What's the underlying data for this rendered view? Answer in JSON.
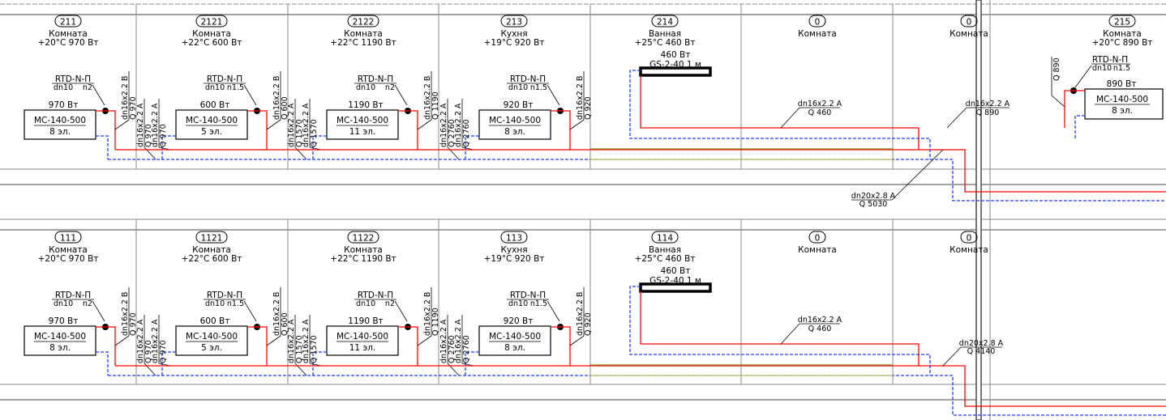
{
  "floors": [
    {
      "rooms": [
        {
          "tag": "211",
          "name": "Комната",
          "params": "+20°C 970 Вт",
          "rad_power": "970 Вт",
          "model": "МС-140-500",
          "sections": "8 эл.",
          "valve": "RTD-N-П",
          "valve_dn": "dn10",
          "valve_n": "n2",
          "riser": [
            "dn16x2.2 B",
            "Q 970"
          ],
          "left_risers": []
        },
        {
          "tag": "2121",
          "name": "Комната",
          "params": "+22°C 600 Вт",
          "rad_power": "600 Вт",
          "model": "МС-140-500",
          "sections": "5 эл.",
          "valve": "RTD-N-П",
          "valve_dn": "dn10",
          "valve_n": "n1.5",
          "riser": [
            "dn16x2.2 B",
            "Q 600"
          ],
          "left_risers": [
            [
              "dn16x2.2 A",
              "Q 970"
            ],
            [
              "dn16x2.2 A",
              "Q 970"
            ]
          ]
        },
        {
          "tag": "2122",
          "name": "Комната",
          "params": "+22°C 1190 Вт",
          "rad_power": "1190 Вт",
          "model": "МС-140-500",
          "sections": "11 эл.",
          "valve": "RTD-N-П",
          "valve_dn": "dn10",
          "valve_n": "n2",
          "riser": [
            "dn16x2.2 B",
            "Q 1190"
          ],
          "left_risers": [
            [
              "dn16x2.2 A",
              "Q 1570"
            ],
            [
              "dn16x2.2 A",
              "Q 1570"
            ]
          ]
        },
        {
          "tag": "213",
          "name": "Кухня",
          "params": "+19°C 920 Вт",
          "rad_power": "920 Вт",
          "model": "МС-140-500",
          "sections": "8 эл.",
          "valve": "RTD-N-П",
          "valve_dn": "dn10",
          "valve_n": "n1.5",
          "riser": [
            "dn16x2.2 B",
            "Q 920"
          ],
          "left_risers": [
            [
              "dn16x2.2 A",
              "Q 2760"
            ],
            [
              "dn16x2.2 A",
              "Q 2760"
            ]
          ]
        }
      ],
      "bathroom": {
        "tag": "214",
        "name": "Ванная",
        "params": "+25°C 460 Вт",
        "rail_power": "460 Вт",
        "rail_model": "GS-2-40 1 м",
        "pipe": [
          "dn16x2.2 A",
          "Q 460"
        ]
      },
      "empty_rooms": [
        {
          "tag": "0",
          "name": "Комната"
        },
        {
          "tag": "0",
          "name": "Комната"
        }
      ],
      "corner_room": {
        "tag": "215",
        "name": "Комната",
        "params": "+20°C 890 Вт",
        "rad_power": "890 Вт",
        "model": "МС-140-500",
        "sections": "8 эл.",
        "valve": "RTD-N-П",
        "valve_dn": "dn10",
        "valve_n": "n1.5",
        "riser": "Q 890",
        "pipe": [
          "dn16x2.2 A",
          "Q 890"
        ]
      },
      "main_pipe": [
        "dn20x2.8 A",
        "Q 5030"
      ]
    },
    {
      "rooms": [
        {
          "tag": "111",
          "name": "Комната",
          "params": "+20°C 970 Вт",
          "rad_power": "970 Вт",
          "model": "МС-140-500",
          "sections": "8 эл.",
          "valve": "RTD-N-П",
          "valve_dn": "dn10",
          "valve_n": "n2",
          "riser": [
            "dn16x2.2 B",
            "Q 970"
          ],
          "left_risers": []
        },
        {
          "tag": "1121",
          "name": "Комната",
          "params": "+22°C 600 Вт",
          "rad_power": "600 Вт",
          "model": "МС-140-500",
          "sections": "5 эл.",
          "valve": "RTD-N-П",
          "valve_dn": "dn10",
          "valve_n": "n1.5",
          "riser": [
            "dn16x2.2 B",
            "Q 600"
          ],
          "left_risers": [
            [
              "dn16x2.2 A",
              "Q 970"
            ],
            [
              "dn16x2.2 A",
              "Q 970"
            ]
          ]
        },
        {
          "tag": "1122",
          "name": "Комната",
          "params": "+22°C 1190 Вт",
          "rad_power": "1190 Вт",
          "model": "МС-140-500",
          "sections": "11 эл.",
          "valve": "RTD-N-П",
          "valve_dn": "dn10",
          "valve_n": "n2",
          "riser": [
            "dn16x2.2 B",
            "Q 1190"
          ],
          "left_risers": [
            [
              "dn16x2.2 A",
              "Q 1570"
            ],
            [
              "dn16x2.2 A",
              "Q 1570"
            ]
          ]
        },
        {
          "tag": "113",
          "name": "Кухня",
          "params": "+19°C 920 Вт",
          "rad_power": "920 Вт",
          "model": "МС-140-500",
          "sections": "8 эл.",
          "valve": "RTD-N-П",
          "valve_dn": "dn10",
          "valve_n": "n1.5",
          "riser": [
            "dn16x2.2 B",
            "Q 920"
          ],
          "left_risers": [
            [
              "dn16x2.2 A",
              "Q 2760"
            ],
            [
              "dn16x2.2 A",
              "Q 2760"
            ]
          ]
        }
      ],
      "bathroom": {
        "tag": "114",
        "name": "Ванная",
        "params": "+25°C 460 Вт",
        "rail_power": "460 Вт",
        "rail_model": "GS-2-40 1 м",
        "pipe": [
          "dn16x2.2 A",
          "Q 460"
        ]
      },
      "empty_rooms": [
        {
          "tag": "0",
          "name": "Комната"
        },
        {
          "tag": "0",
          "name": "Комната"
        }
      ],
      "main_pipe": [
        "dn20x2.8 A",
        "Q 4140"
      ]
    }
  ],
  "colors": {
    "supply": "#ff0000",
    "return": "#1f3cff",
    "grid": "#8a8a8a"
  }
}
